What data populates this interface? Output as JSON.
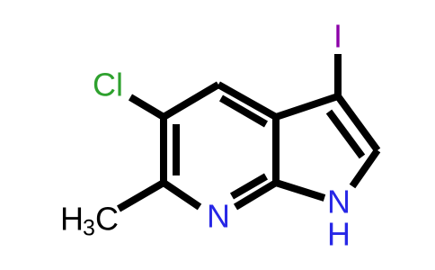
{
  "molecule": {
    "atoms": {
      "cl": "Cl",
      "iodine": "I",
      "ring_n": "N",
      "nh_n": "N",
      "nh_h": "H",
      "methyl_h": "H",
      "methyl_sub": "3",
      "methyl_c": "C"
    },
    "colors": {
      "cl": "#2ea12e",
      "iodine": "#8b00a8",
      "nitrogen": "#2727e6",
      "carbon_hydrogen": "#000000",
      "bond": "#000000"
    }
  }
}
